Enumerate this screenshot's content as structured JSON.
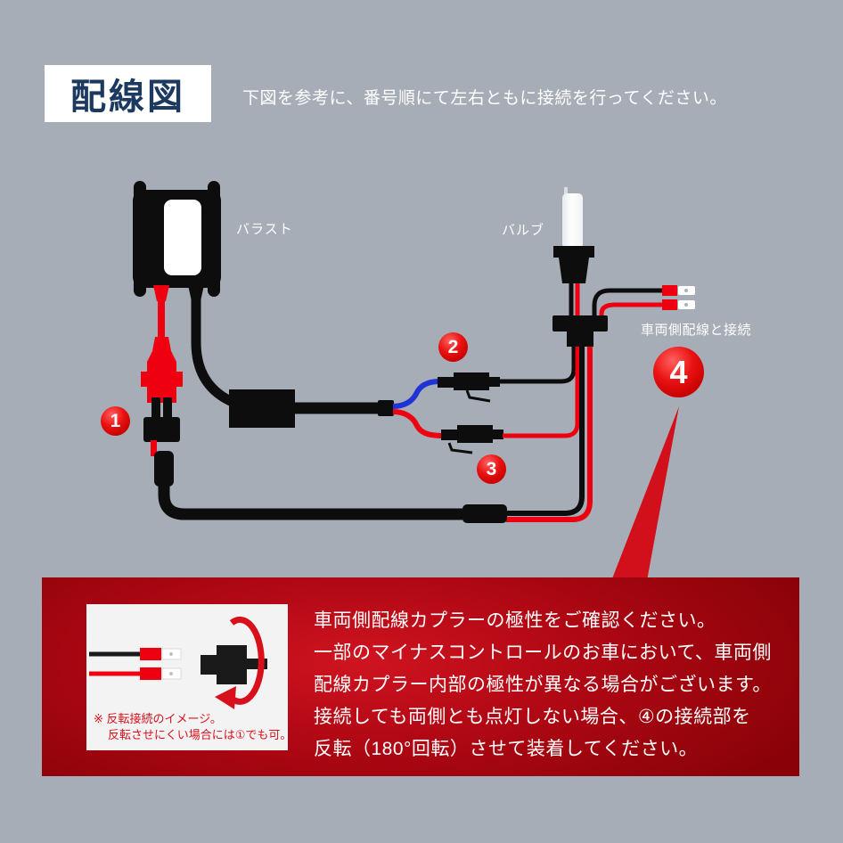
{
  "page": {
    "background_color": "#a7adb6"
  },
  "header": {
    "title": "配線図",
    "title_color": "#1c3a60",
    "subtitle": "下図を参考に、番号順にて左右ともに接続を行ってください。"
  },
  "diagram": {
    "labels": {
      "ballast": "バラスト",
      "bulb": "バルブ",
      "vehicle_side": "車両側配線と接続"
    },
    "steps": [
      {
        "number": "1"
      },
      {
        "number": "2"
      },
      {
        "number": "3"
      },
      {
        "number": "4"
      }
    ],
    "colors": {
      "wire_red": "#ee0010",
      "wire_blue": "#2033d6",
      "wire_black": "#0d0d0d",
      "badge_red": "#c60000",
      "accent_red": "#d2101c"
    }
  },
  "info_box": {
    "background_color": "#b00814",
    "text_color": "#ffffff",
    "lines": [
      "車両側配線カプラーの極性をご確認ください。",
      "一部のマイナスコントロールのお車において、車両側",
      "配線カプラー内部の極性が異なる場合がございます。",
      "接続しても両側とも点灯しない場合、④の接続部を",
      "反転（180°回転）させて装着してください。"
    ],
    "note": {
      "lines": [
        "※ 反転接続のイメージ。",
        "反転させにくい場合には①でも可。"
      ],
      "color": "#d8101c"
    }
  }
}
